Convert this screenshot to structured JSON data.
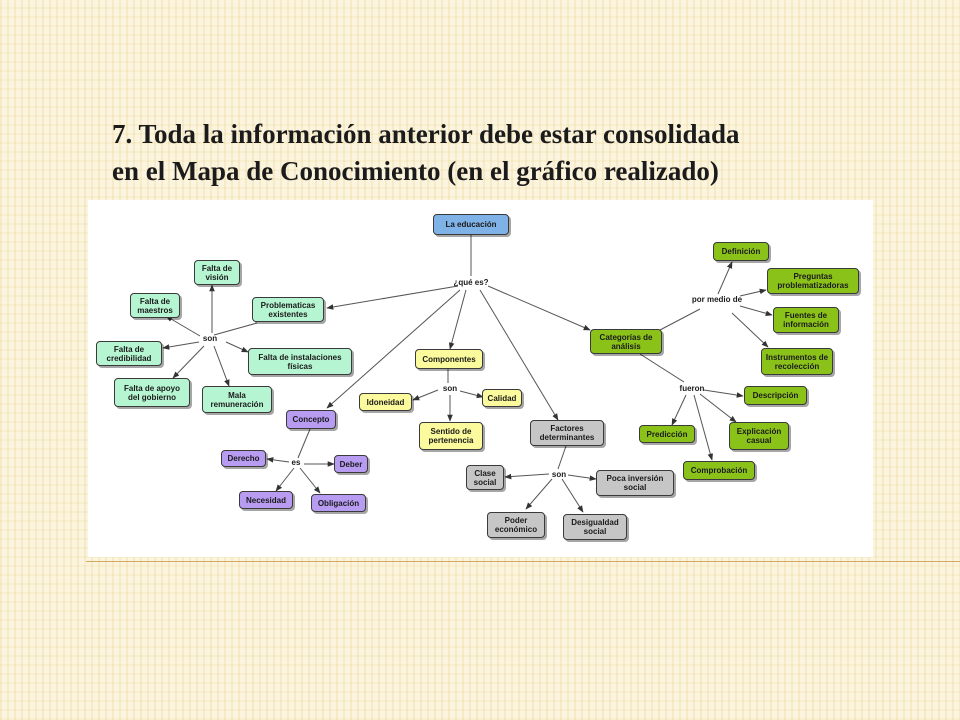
{
  "slide": {
    "title_line1": "7. Toda la información anterior debe estar consolidada",
    "title_line2": "en el Mapa de Conocimiento (en el gráfico realizado)"
  },
  "colors": {
    "root": "#7fb2e6",
    "mint": "#b6f5d2",
    "yellow": "#fbfa9c",
    "purple": "#b79cf2",
    "gray": "#c6c6c6",
    "green": "#8bc21a"
  },
  "concept_map": {
    "nodes": {
      "root": "La educación",
      "falta_vision": "Falta de visión",
      "falta_maestros": "Falta de maestros",
      "problematicas": "Problematicas existentes",
      "falta_credibilidad": "Falta de credibilidad",
      "falta_instalaciones": "Falta de instalaciones físicas",
      "falta_apoyo": "Falta de apoyo del gobierno",
      "mala_remuneracion": "Mala remuneración",
      "componentes": "Componentes",
      "idoneidad": "Idoneidad",
      "calidad": "Calidad",
      "sentido": "Sentido de pertenencia",
      "concepto": "Concepto",
      "derecho": "Derecho",
      "deber": "Deber",
      "necesidad": "Necesidad",
      "obligacion": "Obligación",
      "factores": "Factores determinantes",
      "clase_social": "Clase social",
      "poca_inversion": "Poca inversión social",
      "poder_economico": "Poder económico",
      "desigualdad": "Desigualdad social",
      "categorias": "Categorías de análisis",
      "definicion": "Definición",
      "preguntas": "Preguntas problematizadoras",
      "fuentes": "Fuentes de información",
      "instrumentos": "Instrumentos de recolección",
      "descripcion": "Descripción",
      "prediccion": "Predicción",
      "explicacion": "Explicación casual",
      "comprobacion": "Comprobación"
    },
    "links": {
      "que_es": "¿qué es?",
      "son_problemas": "son",
      "son_componentes": "son",
      "es_concepto": "es",
      "son_factores": "son",
      "por_medio": "por medio de",
      "fueron": "fueron"
    }
  }
}
